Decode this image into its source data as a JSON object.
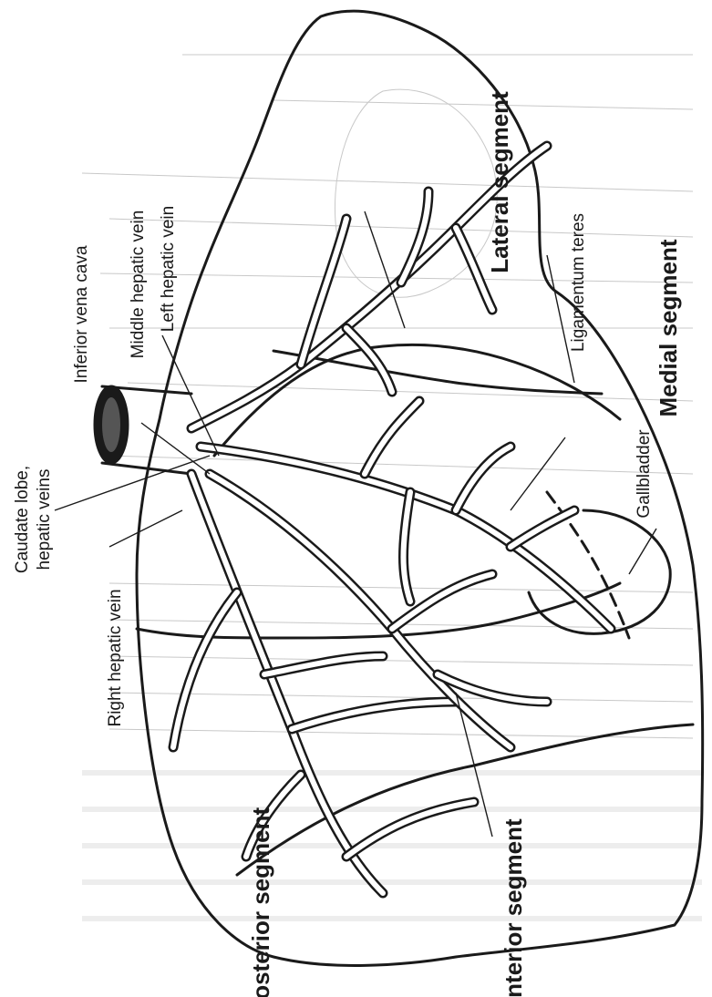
{
  "labels": {
    "lateral_segment": "Lateral segment",
    "medial_segment": "Medial segment",
    "anterior_segment": "Anterior segment",
    "posterior_segment": "Posterior segment",
    "ligamentum_teres": "Ligamentum teres",
    "gallbladder": "Gallbladder",
    "left_hepatic_vein": "Left hepatic vein",
    "middle_hepatic_vein": "Middle hepatic vein",
    "inferior_vena_cava": "Inferior vena cava",
    "caudate_lobe_line1": "Caudate lobe,",
    "caudate_lobe_line2": "hepatic veins",
    "right_hepatic_vein": "Right hepatic vein"
  }
}
